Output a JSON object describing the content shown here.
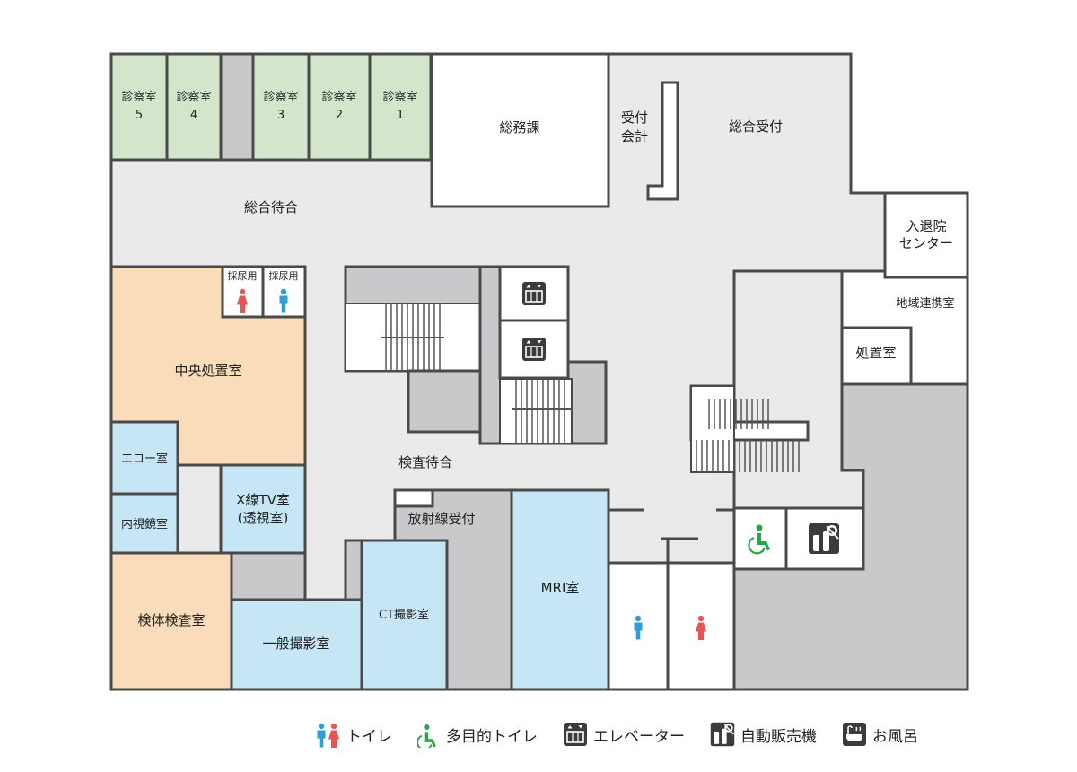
{
  "rooms": {
    "exam5": [
      "診察室",
      "5"
    ],
    "exam4": [
      "診察室",
      "4"
    ],
    "exam3": [
      "診察室",
      "3"
    ],
    "exam2": [
      "診察室",
      "2"
    ],
    "exam1": [
      "診察室",
      "1"
    ],
    "general_affairs": "総務課",
    "reception_cashier": [
      "受付",
      "会計"
    ],
    "main_reception": "総合受付",
    "main_waiting": "総合待合",
    "admission_center": [
      "入退院",
      "センター"
    ],
    "regional_liaison": "地域連携室",
    "treatment_room": "処置室",
    "urine_collection_f": "採尿用",
    "urine_collection_m": "採尿用",
    "central_treatment": "中央処置室",
    "echo_room": "エコー室",
    "endoscopy_room": "内視鏡室",
    "xray_tv_room": [
      "X線TV室",
      "(透視室)"
    ],
    "specimen_lab": "検体検査室",
    "general_radiography": "一般撮影室",
    "ct_room": "CT撮影室",
    "radiology_reception": "放射線受付",
    "mri_room": "MRI室",
    "exam_waiting": "検査待合"
  },
  "legend": {
    "toilet": "トイレ",
    "accessible_toilet": "多目的トイレ",
    "elevator": "エレベーター",
    "vending_machine": "自動販売機",
    "bath": "お風呂"
  },
  "colors": {
    "exam_rooms": "#d3e6cc",
    "imaging_rooms": "#c7e6f5",
    "treatment_rooms": "#fbdcba",
    "corridor": "#eaeaeb",
    "utility": "#c9c9cb",
    "wall": "#4a4a4a",
    "male_icon": "#2e9ed3",
    "female_icon": "#e85454",
    "accessible_icon": "#2aa54a"
  }
}
